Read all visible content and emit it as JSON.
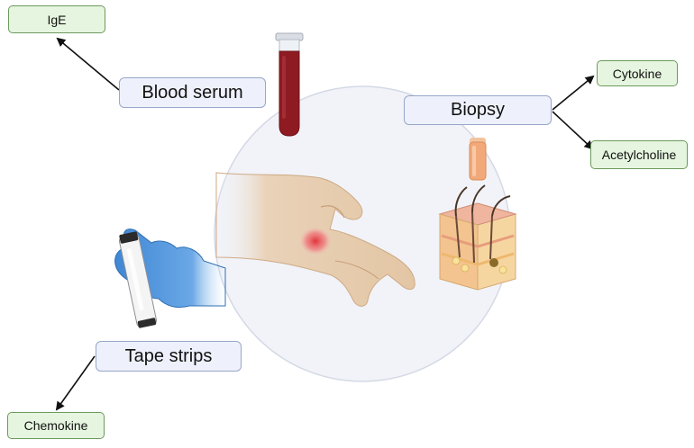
{
  "diagram": {
    "sample_boxes": {
      "blood_serum": "Blood serum",
      "biopsy": "Biopsy",
      "tape_strips": "Tape strips"
    },
    "marker_boxes": {
      "ige": "IgE",
      "cytokine": "Cytokine",
      "acetylcholine": "Acetylcholine",
      "chemokine": "Chemokine"
    },
    "colors": {
      "sample_box_fill": "#eef1fb",
      "sample_box_border": "#98a6c9",
      "marker_box_fill": "#e6f5df",
      "marker_box_border": "#6c9a5d",
      "circle_fill": "#f1f3f8",
      "blood": "#8e1b22",
      "glove": "#4a90d9",
      "skin": "#e6c8a8",
      "itch_spot": "#e2333b"
    },
    "connections": [
      {
        "from": "blood_serum",
        "to": "ige"
      },
      {
        "from": "biopsy",
        "to": "cytokine"
      },
      {
        "from": "biopsy",
        "to": "acetylcholine"
      },
      {
        "from": "tape_strips",
        "to": "chemokine"
      }
    ]
  }
}
